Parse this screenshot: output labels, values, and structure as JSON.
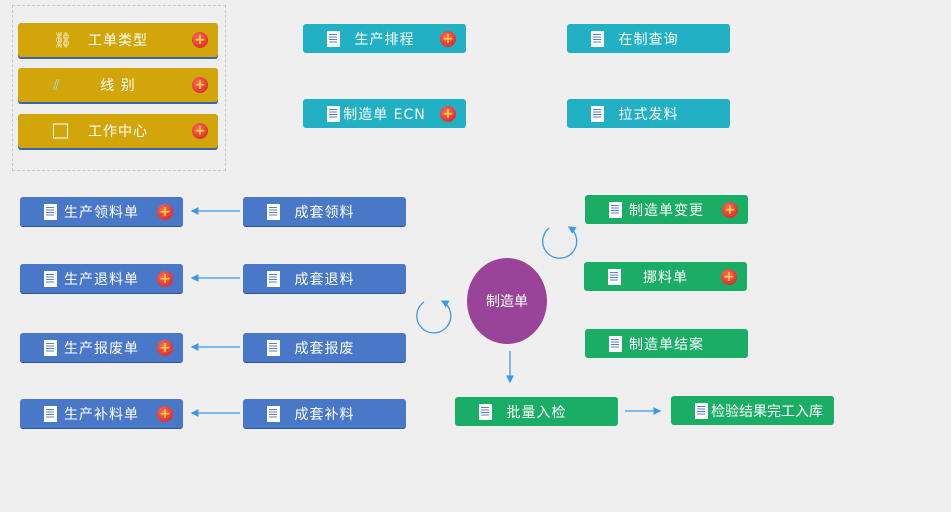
{
  "config": {
    "work_order_type": "工单类型",
    "line": "线 别",
    "work_center": "工作中心"
  },
  "top": {
    "production_schedule": "生产排程",
    "wip_query": "在制查询",
    "mo_ecn": "制造单 ECN",
    "pull_issue": "拉式发料"
  },
  "left": {
    "prod_pick": "生产领料单",
    "prod_return": "生产退料单",
    "prod_scrap": "生产报废单",
    "prod_supplement": "生产补料单"
  },
  "mid": {
    "kit_pick": "成套领料",
    "kit_return": "成套退料",
    "kit_scrap": "成套报废",
    "kit_supplement": "成套补料"
  },
  "center": "制造单",
  "right": {
    "mo_change": "制造单变更",
    "transfer": "挪料单",
    "mo_close": "制造单结案",
    "batch_inspect": "批量入检",
    "inspect_result": "检验结果完工入库"
  },
  "icons": {
    "plus": "+",
    "link": "🔗",
    "slash": "⫽",
    "square": "☐"
  }
}
